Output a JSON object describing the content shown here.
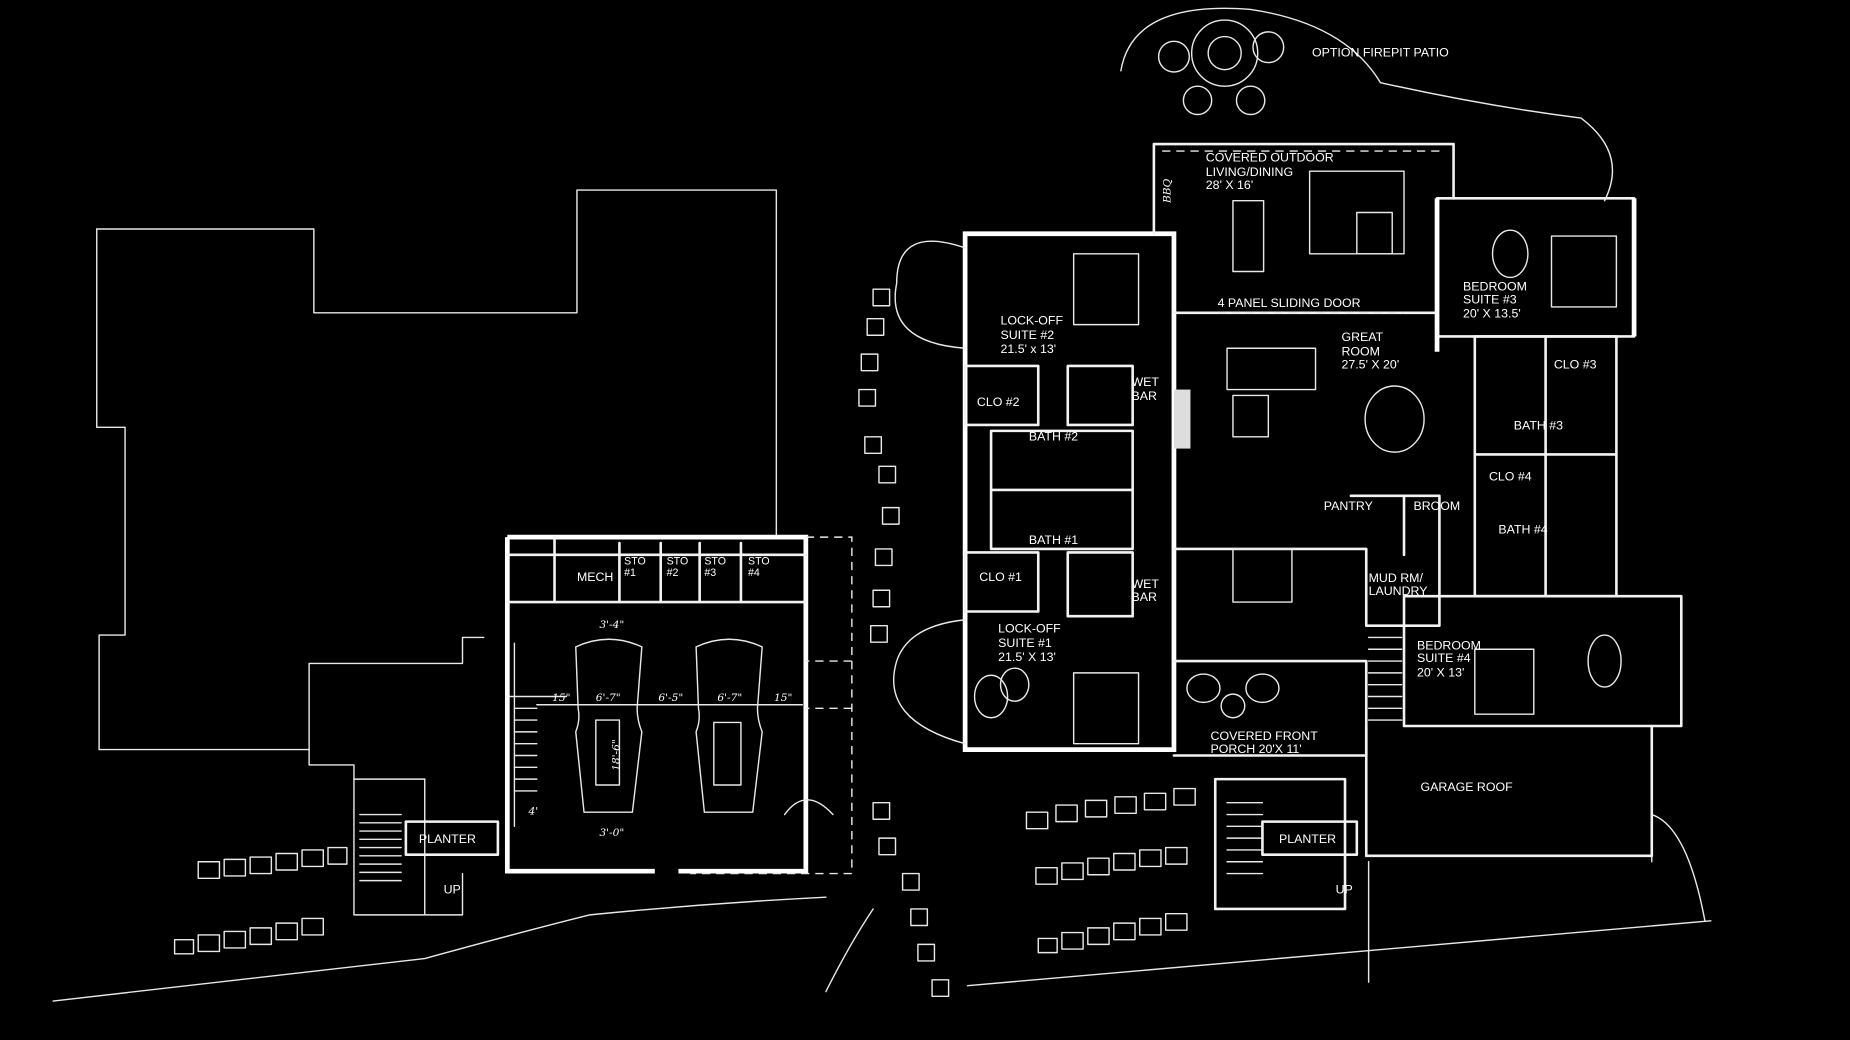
{
  "labels": {
    "firepit": "OPTION FIREPIT PATIO",
    "outdoor": [
      "COVERED  OUTDOOR",
      "LIVING/DINING",
      "28' X 16'"
    ],
    "sliding_door": "4 PANEL SLIDING DOOR",
    "great_room": [
      "GREAT",
      "ROOM",
      "27.5' X 20'"
    ],
    "bedroom3": [
      "BEDROOM",
      "SUITE #3",
      "20' X 13.5'"
    ],
    "lockoff2": [
      "LOCK-OFF",
      "SUITE #2",
      "21.5' x 13'"
    ],
    "clo2": "CLO #2",
    "wetbar2": [
      "WET",
      "BAR"
    ],
    "bath2": "BATH #2",
    "clo3": "CLO #3",
    "bath3": "BATH #3",
    "clo4": "CLO #4",
    "pantry": "PANTRY",
    "broom": "BROOM",
    "bath4": "BATH #4",
    "bath1": "BATH #1",
    "clo1": "CLO #1",
    "wetbar1": [
      "WET",
      "BAR"
    ],
    "mudroom": [
      "MUD RM/",
      "LAUNDRY"
    ],
    "lockoff1": [
      "LOCK-OFF",
      "SUITE #1",
      "21.5' X 13'"
    ],
    "bedroom4": [
      "BEDROOM",
      "SUITE #4",
      "20' X 13'"
    ],
    "front_porch": [
      "COVERED FRONT",
      "PORCH 20'X 11'"
    ],
    "garage_roof": "GARAGE ROOF",
    "planter_left": "PLANTER",
    "planter_right": "PLANTER",
    "up_left": "UP",
    "up_right": "UP",
    "mech": "MECH",
    "sto": [
      [
        "STO",
        "#1"
      ],
      [
        "STO",
        "#2"
      ],
      [
        "STO",
        "#3"
      ],
      [
        "STO",
        "#4"
      ]
    ],
    "bbq": "BBQ",
    "dims": [
      "15\"",
      "6'-7\"",
      "6'-5\"",
      "6'-7\"",
      "15\"",
      "3'-4\"",
      "3'-0\"",
      "18'-6\"",
      "4'"
    ]
  }
}
